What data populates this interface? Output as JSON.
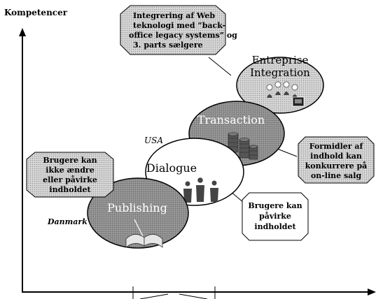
{
  "axis": {
    "y_label": "Kompetencer"
  },
  "stages": [
    {
      "id": "publishing",
      "label": "Publishing",
      "fill": "#8f8f8f"
    },
    {
      "id": "dialogue",
      "label": "Dialogue",
      "fill": "#ffffff"
    },
    {
      "id": "transaction",
      "label": "Transaction",
      "fill": "#8f8f8f"
    },
    {
      "id": "enterprise",
      "label_line1": "Entreprise",
      "label_line2": "Integration",
      "fill": "#c8c8c8"
    }
  ],
  "markers": {
    "usa": "USA",
    "danmark": "Danmark"
  },
  "callouts": {
    "integration": {
      "line1": "Integrering af Web",
      "line2": "teknologi med “back-",
      "line3": "office legacy systems” og",
      "line4": "3. parts sælgere"
    },
    "publishing_note": {
      "line1": "Brugere kan",
      "line2": "ikke ændre",
      "line3": "eller påvirke",
      "line4": "indholdet"
    },
    "transaction_note": {
      "line1": "Formidler af",
      "line2": "indhold kan",
      "line3": "konkurrere på",
      "line4": "on-line salg"
    },
    "dialogue_note": {
      "line1": "Brugere kan",
      "line2": "påvirke",
      "line3": "indholdet"
    }
  },
  "icons": [
    "book-icon",
    "people-icon",
    "coin-stack-icon",
    "network-icon"
  ]
}
